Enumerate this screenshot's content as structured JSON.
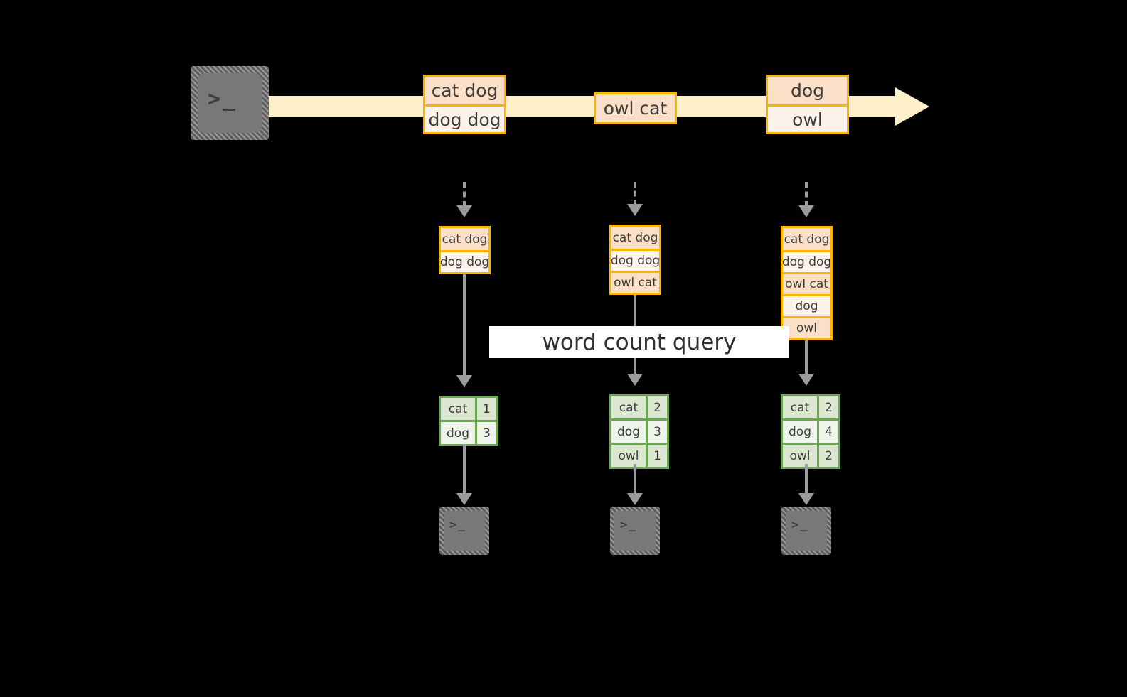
{
  "diagram": {
    "title": "word count streaming query",
    "colors": {
      "background": "#000000",
      "stream_band": "#feefcb",
      "event_border": "#ffb400",
      "event_fill_odd": "#fbe0c7",
      "event_fill_even": "#fdf3ea",
      "result_border": "#6aa84f",
      "result_fill_odd": "#dce7d2",
      "result_fill_even": "#eff4ea",
      "connector": "#9b9b9b",
      "terminal": "#787878",
      "label_bg": "#ffffff"
    }
  },
  "stream": {
    "source": {
      "icon": "terminal-icon",
      "glyph": ">_"
    },
    "events": [
      {
        "lines": [
          "cat dog",
          "dog dog"
        ]
      },
      {
        "lines": [
          "owl cat"
        ]
      },
      {
        "lines": [
          "dog",
          "owl"
        ]
      }
    ]
  },
  "query_label": "word count query",
  "batches": [
    {
      "input": {
        "lines": [
          "cat dog",
          "dog dog"
        ]
      },
      "output": {
        "rows": [
          {
            "word": "cat",
            "count": "1"
          },
          {
            "word": "dog",
            "count": "3"
          }
        ]
      },
      "sink": {
        "icon": "terminal-icon",
        "glyph": ">_"
      }
    },
    {
      "input": {
        "lines": [
          "cat dog",
          "dog dog",
          "owl cat"
        ]
      },
      "output": {
        "rows": [
          {
            "word": "cat",
            "count": "2"
          },
          {
            "word": "dog",
            "count": "3"
          },
          {
            "word": "owl",
            "count": "1"
          }
        ]
      },
      "sink": {
        "icon": "terminal-icon",
        "glyph": ">_"
      }
    },
    {
      "input": {
        "lines": [
          "cat dog",
          "dog dog",
          "owl cat",
          "dog",
          "owl"
        ]
      },
      "output": {
        "rows": [
          {
            "word": "cat",
            "count": "2"
          },
          {
            "word": "dog",
            "count": "4"
          },
          {
            "word": "owl",
            "count": "2"
          }
        ]
      },
      "sink": {
        "icon": "terminal-icon",
        "glyph": ">_"
      }
    }
  ]
}
